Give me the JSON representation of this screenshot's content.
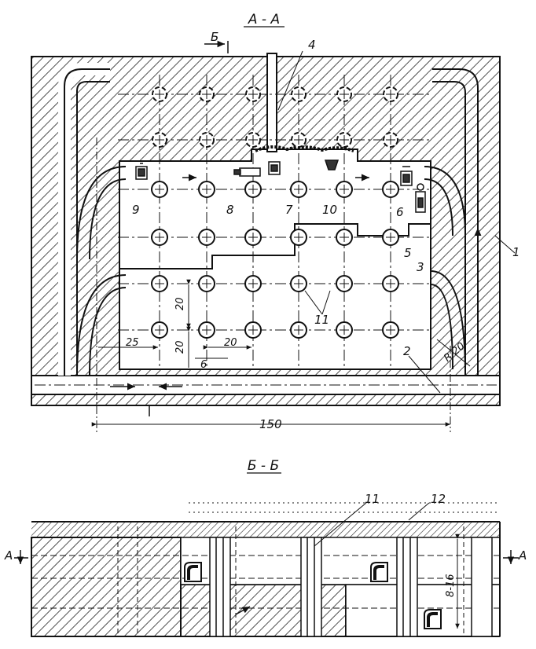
{
  "section_titles": {
    "plan": "А - А",
    "section": "Б - Б"
  },
  "section_marks": {
    "b": "Б",
    "a": "А"
  },
  "callouts": {
    "n1": "1",
    "n2": "2",
    "n3": "3",
    "n4": "4",
    "n5": "5",
    "n6": "6",
    "n7": "7",
    "n8": "8",
    "n9": "9",
    "n10": "10",
    "n11": "11",
    "n11b": "11",
    "n12": "12"
  },
  "dimensions": {
    "d20a": "20",
    "d20b": "20",
    "d20c": "20",
    "d25": "25",
    "d6": "6",
    "d150": "150",
    "r20": "R 20",
    "d816": "8-16"
  }
}
